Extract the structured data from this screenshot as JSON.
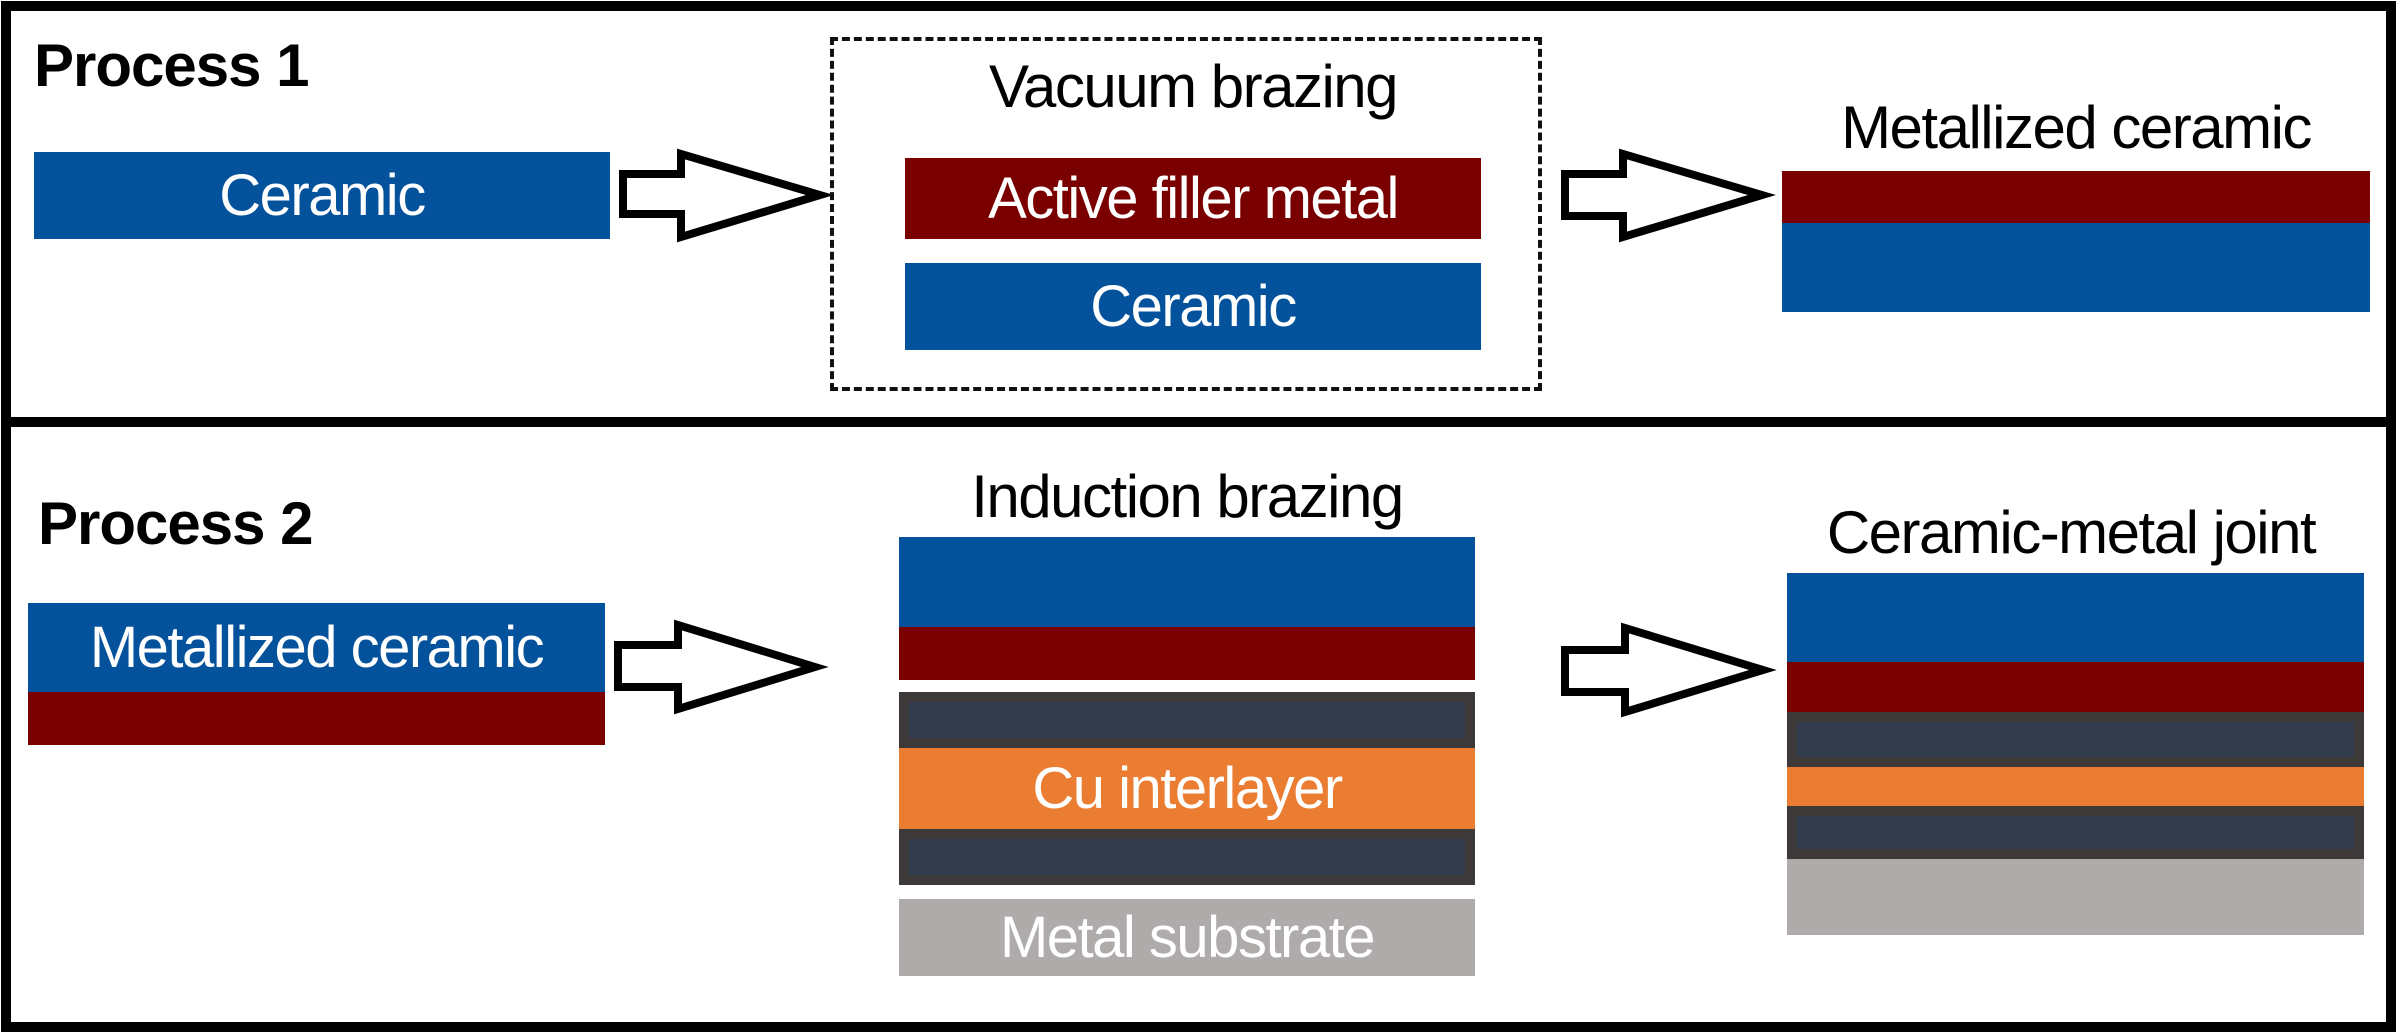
{
  "colors": {
    "ceramic": "#04529b",
    "filler_metal": "#7a0000",
    "reaction_layer_outer": "#3d3939",
    "reaction_layer_inner": "#323c4c",
    "cu_interlayer": "#ea7d32",
    "metal_substrate": "#aeabaa",
    "frame": "#000000"
  },
  "process1": {
    "title": "Process 1",
    "input": {
      "label": "Ceramic"
    },
    "step": {
      "title": "Vacuum brazing",
      "layers": [
        {
          "label": "Active filler metal",
          "material": "filler_metal"
        },
        {
          "label": "Ceramic",
          "material": "ceramic"
        }
      ]
    },
    "output": {
      "title": "Metallized ceramic",
      "layers": [
        {
          "label": "",
          "material": "filler_metal"
        },
        {
          "label": "",
          "material": "ceramic"
        }
      ]
    }
  },
  "process2": {
    "title": "Process 2",
    "input": {
      "label": "Metallized ceramic",
      "layers": [
        {
          "label": "Metallized ceramic",
          "material": "ceramic"
        },
        {
          "label": "",
          "material": "filler_metal"
        }
      ]
    },
    "step": {
      "title": "Induction brazing",
      "layers": [
        {
          "label": "",
          "material": "ceramic"
        },
        {
          "label": "",
          "material": "filler_metal"
        },
        {
          "label": "",
          "material": "reaction_layer"
        },
        {
          "label": "Cu interlayer",
          "material": "cu_interlayer"
        },
        {
          "label": "",
          "material": "reaction_layer"
        },
        {
          "label": "Metal substrate",
          "material": "metal_substrate"
        }
      ]
    },
    "output": {
      "title": "Ceramic-metal joint",
      "layers": [
        {
          "label": "",
          "material": "ceramic"
        },
        {
          "label": "",
          "material": "filler_metal"
        },
        {
          "label": "",
          "material": "reaction_layer"
        },
        {
          "label": "",
          "material": "cu_interlayer"
        },
        {
          "label": "",
          "material": "reaction_layer"
        },
        {
          "label": "",
          "material": "metal_substrate"
        }
      ]
    }
  },
  "arrows": [
    {
      "name": "process1-arrow-1",
      "icon": "right-arrow-icon"
    },
    {
      "name": "process1-arrow-2",
      "icon": "right-arrow-icon"
    },
    {
      "name": "process2-arrow-1",
      "icon": "right-arrow-icon"
    },
    {
      "name": "process2-arrow-2",
      "icon": "right-arrow-icon"
    }
  ]
}
